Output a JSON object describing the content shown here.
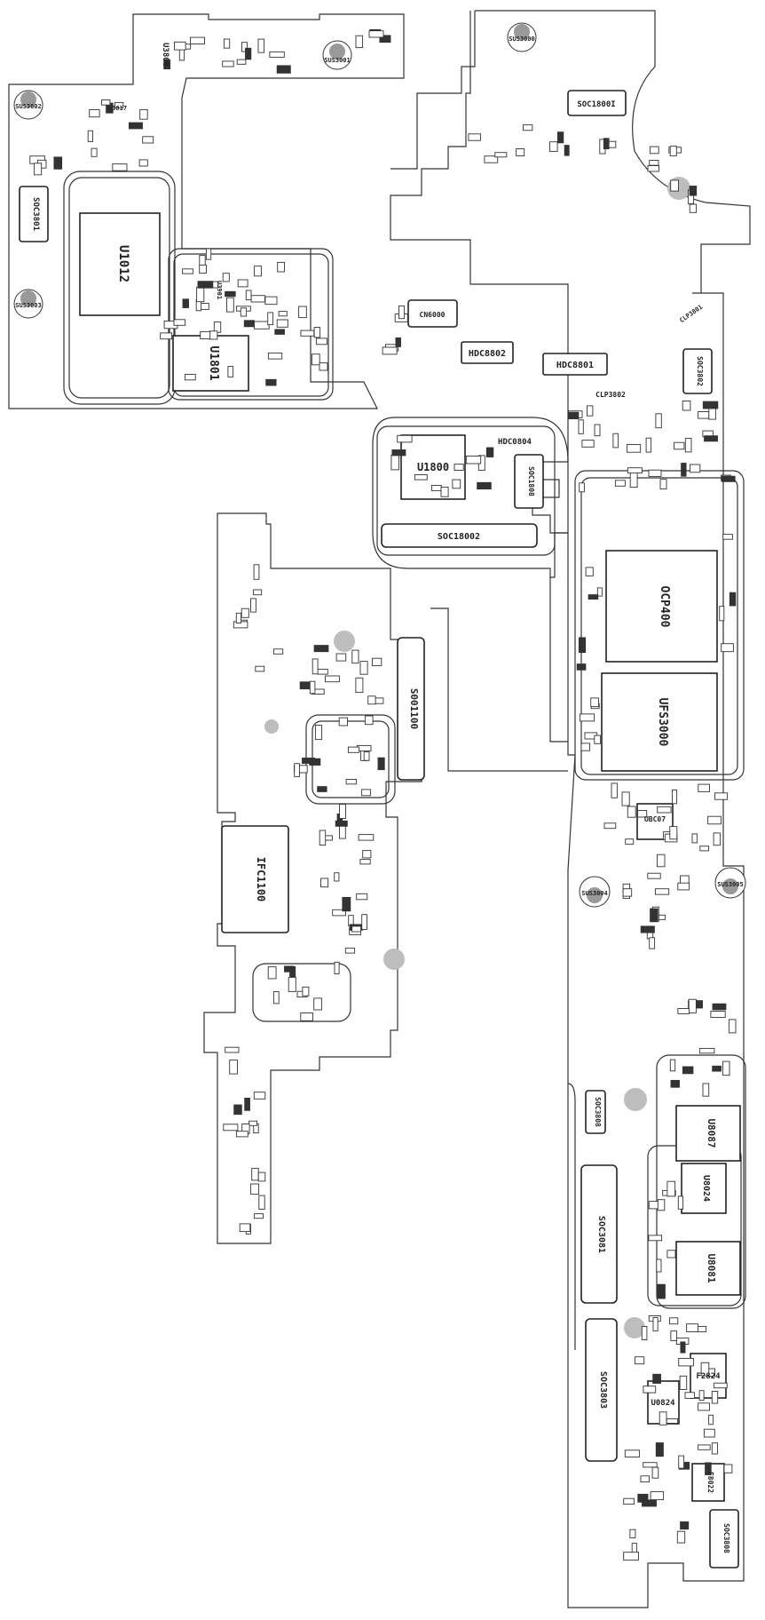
{
  "labels": {
    "u3800": "U3800",
    "sus3001": "SUS3001",
    "sus3000": "SUS3000",
    "soc1800i": "SOC1800I",
    "sus3002": "SUS3002",
    "u3817": "U3817",
    "soc3801": "SOC3801",
    "u1012": "U1012",
    "sus3003": "SUS3003",
    "u1801": "U1801",
    "u3901": "U3901",
    "cn6000": "CN6000",
    "hdc8802": "HDC8802",
    "hdc8801": "HDC8801",
    "clp3801": "CLP3801",
    "soc3802": "SOC3802",
    "clp3802": "CLP3802",
    "u1800": "U1800",
    "hdc0804": "HDC0804",
    "soc1808": "SOC1808",
    "soc18002": "SOC18002",
    "ocp400": "OCP400",
    "ufs3000": "UFS3000",
    "s001100": "S001100",
    "ifc1100": "IFC1100",
    "ubc07": "UBC07",
    "sus3004": "SUS3004",
    "sus3005": "SUS3005",
    "soc3808": "SOC3808",
    "u8087": "U8087",
    "u8024": "U8024",
    "u8081": "U8081",
    "soc3081": "SOC3081",
    "soc3803": "SOC3803",
    "u0824": "U0824",
    "f2824": "F2824",
    "f8022": "F8022",
    "soc3808b": "SOC3808"
  }
}
